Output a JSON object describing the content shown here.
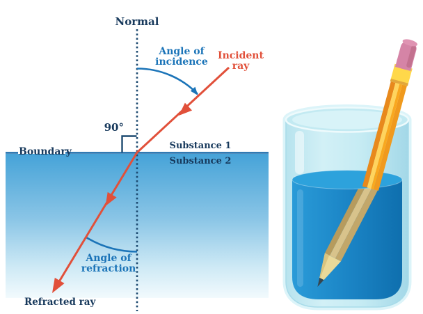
{
  "labels": {
    "normal": "Normal",
    "angle_of_incidence": [
      "Angle of",
      "incidence"
    ],
    "incident_ray": [
      "Incident",
      "ray"
    ],
    "right_angle": "90°",
    "boundary": "Boundary",
    "substance_1": "Substance 1",
    "substance_2": "Substance 2",
    "angle_of_refraction": [
      "Angle of",
      "refraction"
    ],
    "refracted_ray": "Refracted ray"
  },
  "colors": {
    "ray_red": "#e1503a",
    "label_blue": "#1b74b8",
    "label_navy": "#17395c",
    "boundary_blue": "#1769a9",
    "normal_dotted_navy": "#1d4a70",
    "water_top": "#46a3d8",
    "water_bottom_faint": "#f2fafd",
    "glass_cyan": "#b7e3ee",
    "glass_water_blue": "#1b85c6",
    "pencil_orange": "#f9a81f",
    "pencil_highlight": "#ffd45e",
    "pencil_submerged_tan": "#d8c38b",
    "ferrule_yellow": "#ffd84a",
    "eraser_pink": "#d584a6",
    "pencil_wood": "#ead999",
    "pencil_lead": "#37464f"
  }
}
